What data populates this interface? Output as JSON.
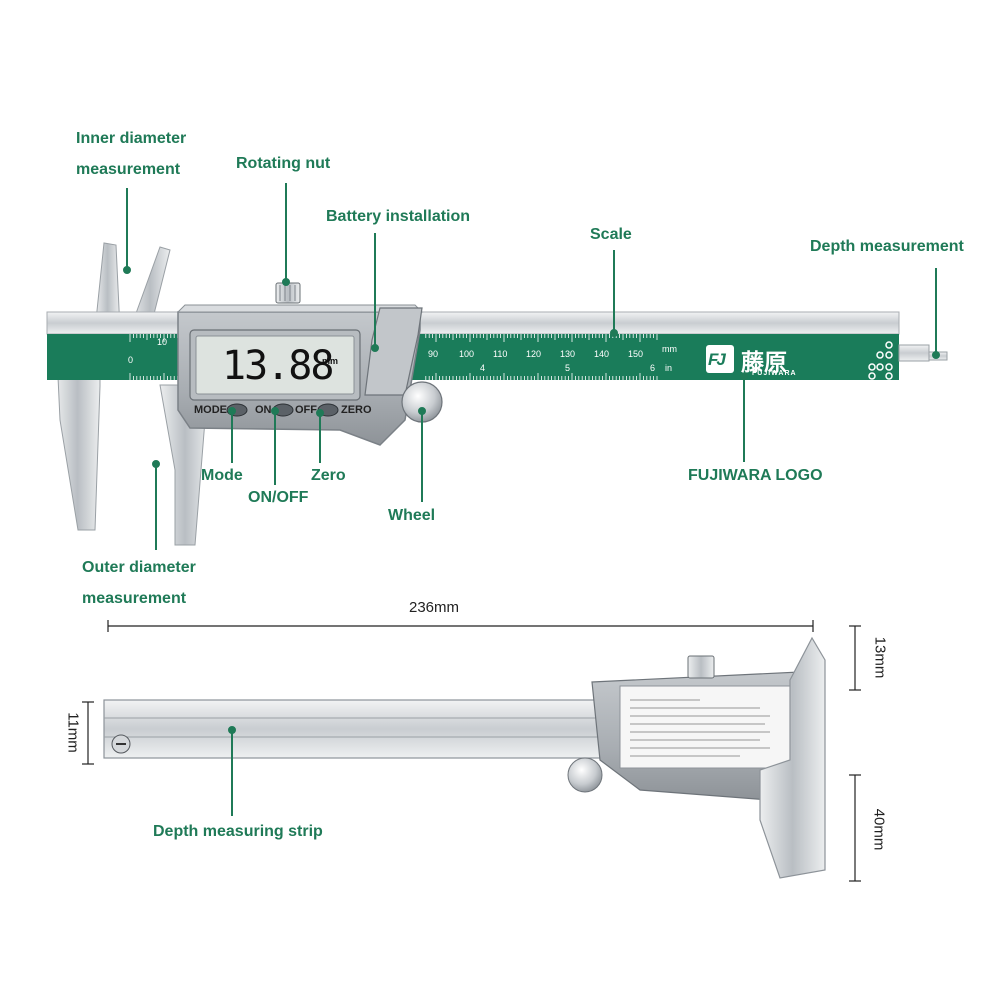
{
  "labels": {
    "inner_diameter_1": "Inner diameter",
    "inner_diameter_2": "measurement",
    "rotating_nut": "Rotating nut",
    "battery_installation": "Battery installation",
    "scale": "Scale",
    "depth_measurement": "Depth measurement",
    "mode": "Mode",
    "on_off": "ON/OFF",
    "zero": "Zero",
    "wheel": "Wheel",
    "fujiwara_logo": "FUJIWARA LOGO",
    "outer_diameter_1": "Outer diameter",
    "outer_diameter_2": "measurement",
    "depth_measuring_strip": "Depth measuring strip"
  },
  "display": {
    "reading": "13.88",
    "unit": "mm"
  },
  "buttons": {
    "mode": "MODE",
    "on": "ON",
    "off": "OFF",
    "zero": "ZERO"
  },
  "scale_marks": {
    "mm_top": [
      "0",
      "10"
    ],
    "mm_right": [
      "90",
      "100",
      "110",
      "120",
      "130",
      "140",
      "150"
    ],
    "in_bottom": [
      "4",
      "5",
      "6"
    ],
    "unit_mm": "mm",
    "unit_in": "in"
  },
  "brand": {
    "logo_mark": "FJ",
    "chinese": "藤原",
    "name": "FUJIWARA"
  },
  "dimensions": {
    "length": "236mm",
    "width": "11mm",
    "jaw_top": "13mm",
    "jaw_bottom": "40mm"
  },
  "colors": {
    "label_green": "#1f7a57",
    "scale_green": "#1a7c5a",
    "steel": "#d6d9dc",
    "steel_dark": "#8d9399",
    "lcd": "#dde3df"
  }
}
